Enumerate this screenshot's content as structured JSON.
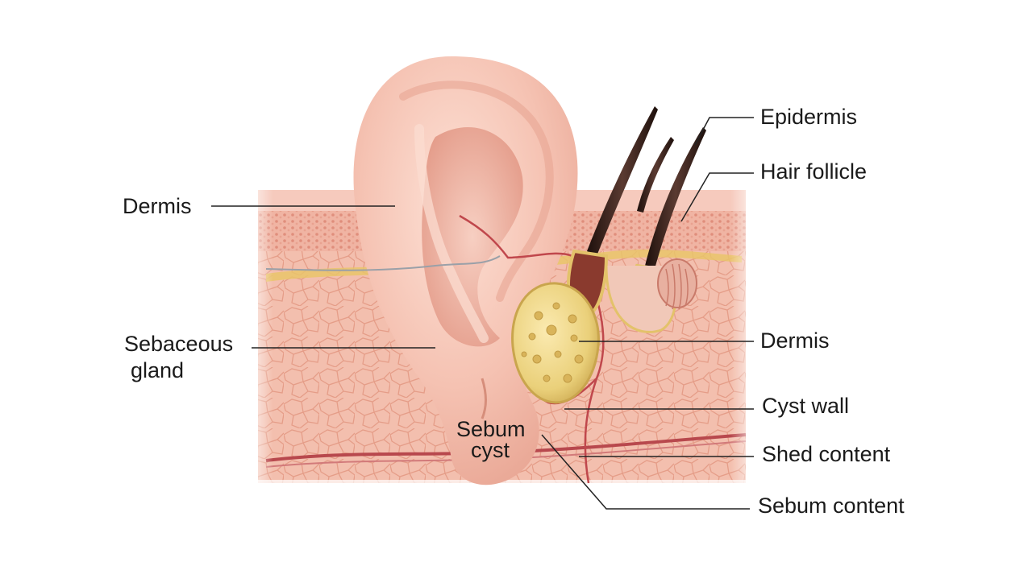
{
  "labels": {
    "left": {
      "dermis": "Dermis",
      "sebaceous_line1": "Sebaceous",
      "sebaceous_line2": "gland"
    },
    "center": {
      "sebum_cyst_line1": "Sebum",
      "sebum_cyst_line2": "cyst"
    },
    "right": {
      "epidermis": "Epidermis",
      "hair_follicle": "Hair follicle",
      "dermis": "Dermis",
      "cyst_wall": "Cyst wall",
      "shed_content": "Shed content",
      "sebum_content": "Sebum content"
    }
  },
  "colors": {
    "background": "#ffffff",
    "skin_tissue": "#f4c0b0",
    "ear": "#f6c4b6",
    "fat_layer": "#e9c46a",
    "cyst": "#e8cf7a",
    "hair": "#2f1b16",
    "vessel": "#c8565a",
    "label_text": "#1a1a1a",
    "leader_line": "#222222"
  }
}
